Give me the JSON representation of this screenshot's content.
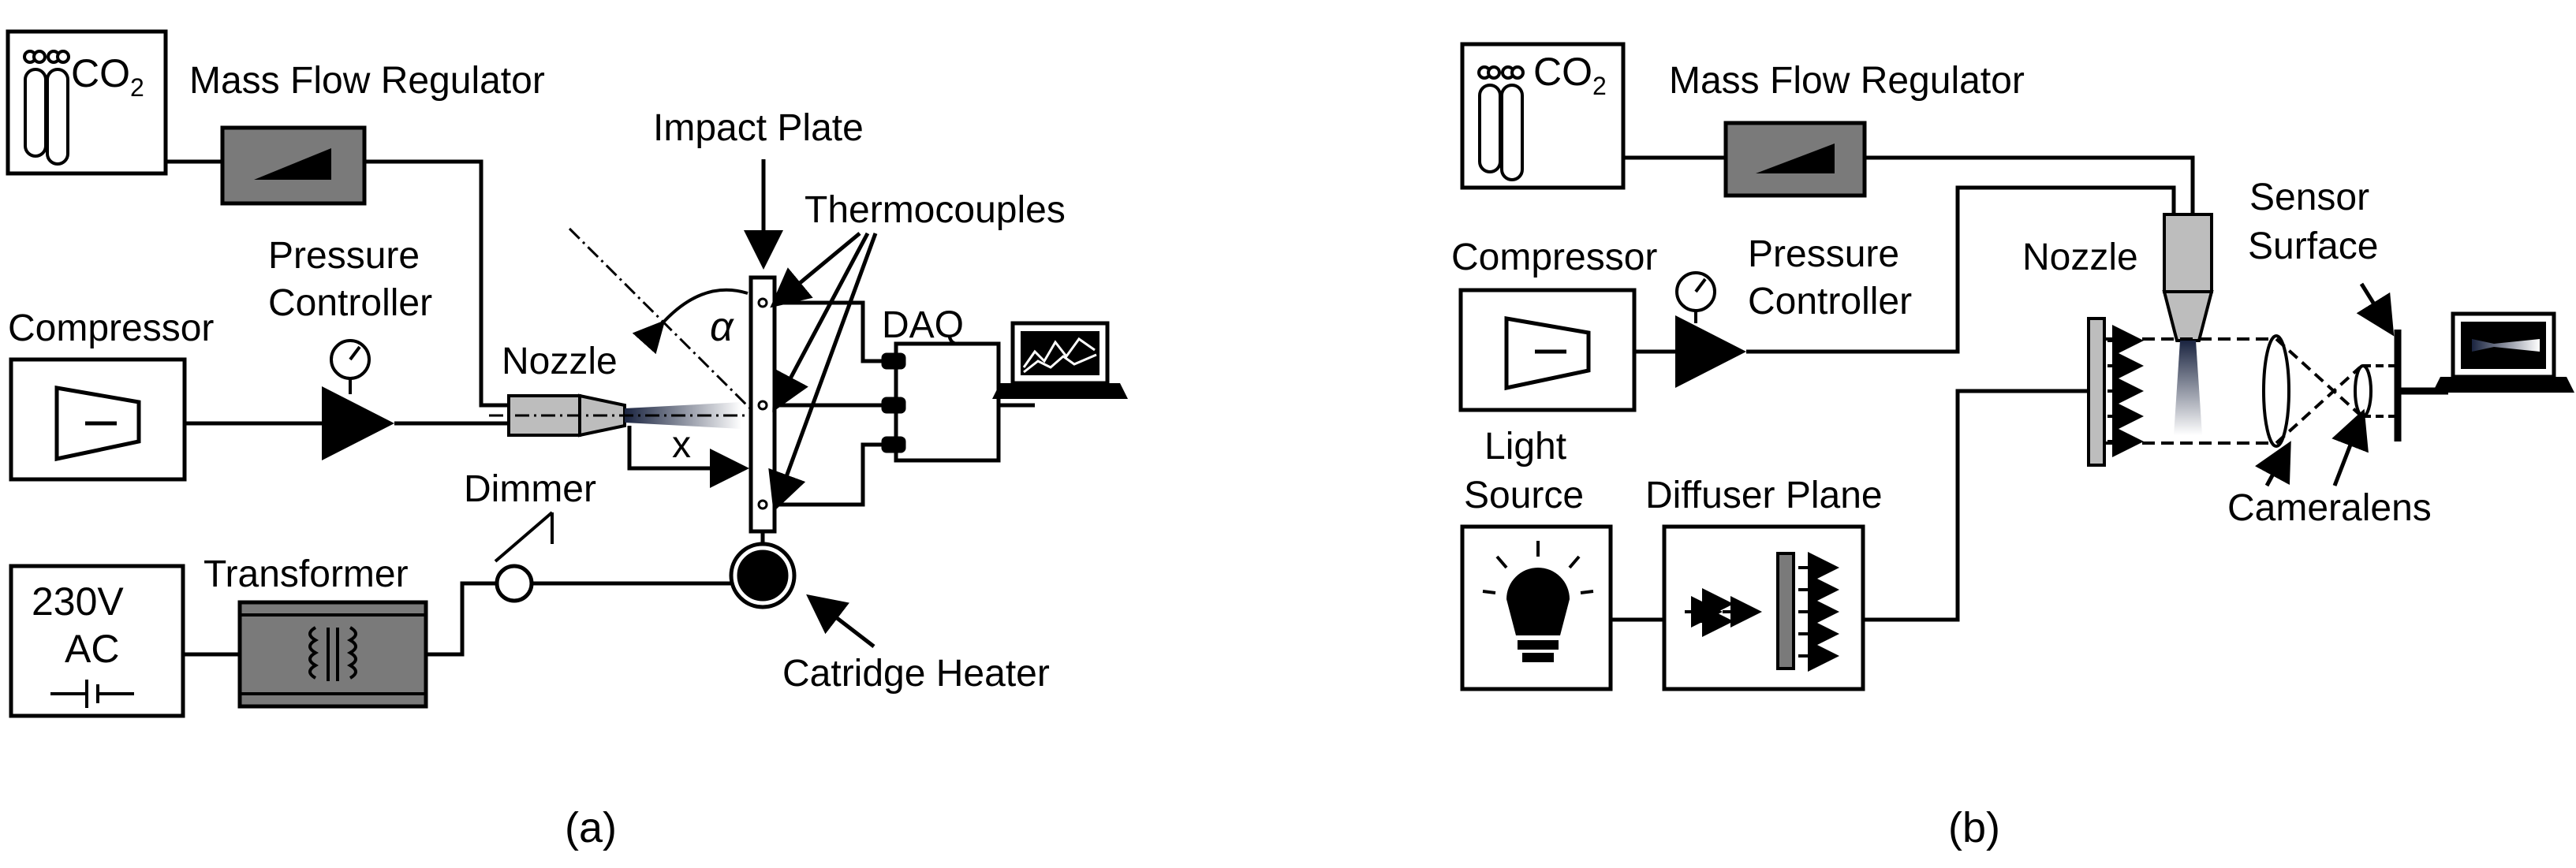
{
  "panel_a": {
    "co2": "CO",
    "co2_sub": "2",
    "mass_flow_regulator": "Mass Flow Regulator",
    "impact_plate": "Impact Plate",
    "thermocouples": "Thermocouples",
    "pressure": "Pressure",
    "controller": "Controller",
    "compressor": "Compressor",
    "nozzle": "Nozzle",
    "alpha": "α",
    "daq": "DAQ",
    "x": "x",
    "dimmer": "Dimmer",
    "ac_voltage": "230V",
    "ac": "AC",
    "transformer": "Transformer",
    "catridge_heater": "Catridge Heater",
    "caption": "(a)"
  },
  "panel_b": {
    "co2": "CO",
    "co2_sub": "2",
    "mass_flow_regulator": "Mass Flow Regulator",
    "sensor": "Sensor",
    "surface": "Surface",
    "compressor": "Compressor",
    "pressure": "Pressure",
    "controller": "Controller",
    "nozzle": "Nozzle",
    "light": "Light",
    "source": "Source",
    "diffuser_plane": "Diffuser Plane",
    "cameralens": "Cameralens",
    "caption": "(b)"
  }
}
